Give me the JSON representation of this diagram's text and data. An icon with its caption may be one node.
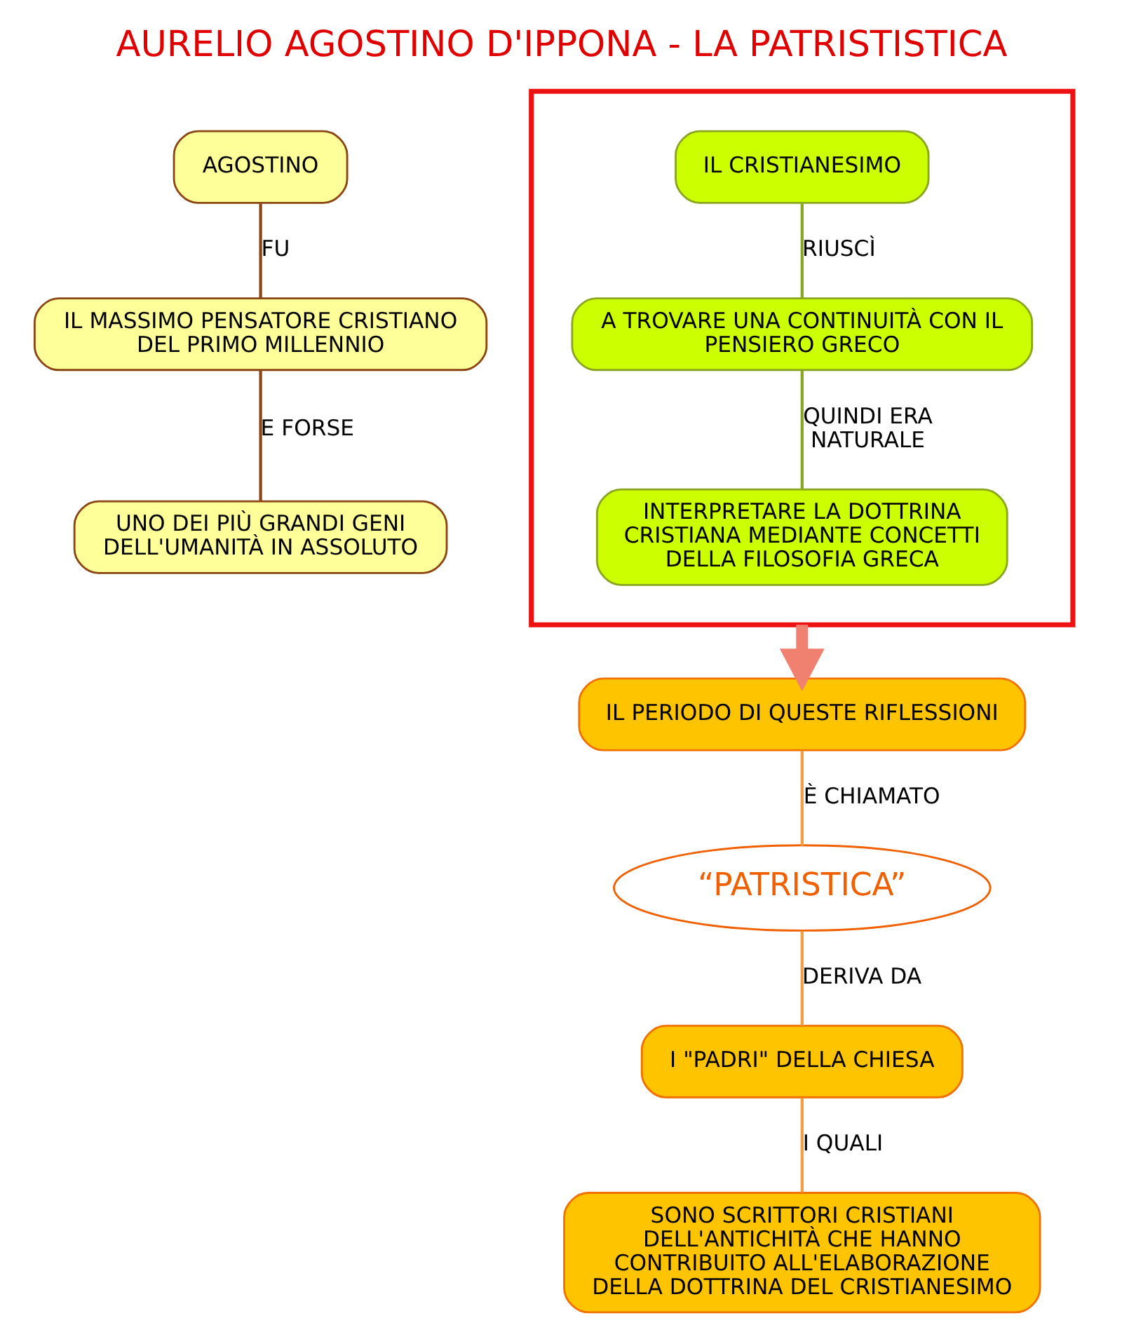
{
  "diagram": {
    "title": "AURELIO AGOSTINO D'IPPONA - LA PATRISTISTICA",
    "nodes": [
      {
        "text": [
          "AGOSTINO"
        ]
      },
      {
        "text": [
          "IL MASSIMO PENSATORE CRISTIANO DEL PRIMO MILLENNIO"
        ]
      },
      {
        "text": [
          "UNO DEI PIÙ GRANDI GENI DELL'UMANITÀ IN ASSOLUTO"
        ]
      },
      {
        "text": [],
        "shape": "box"
      },
      {
        "text": [
          "IL CRISTIANESIMO"
        ],
        "in": 3
      },
      {
        "text": [
          "A TROVARE UNA CONTINUITÀ CON IL PENSIERO GRECO"
        ],
        "in": 3
      },
      {
        "text": [
          "INTERPRETARE LA DOTTRINA CRISTIANA MEDIANTE CONCETTI DELLA FILOSOFIA GRECA"
        ],
        "in": 3
      },
      {
        "text": [
          "IL PERIODO DI QUESTE RIFLESSIONI"
        ]
      },
      {
        "text": [
          "“PATRISTICA”"
        ]
      },
      {
        "text": [
          "I \"PADRI\" DELLA CHIESA"
        ]
      },
      {
        "text": [
          "SONO SCRITTORI CRISTIANI DELL'ANTICHITÀ CHE HANNO CONTRIBUITO ALL'ELABORAZIONE DELLA DOTTRINA DEL CRISTIANESIMO"
        ]
      }
    ],
    "edges": [
      {
        "from": 0,
        "to": 1,
        "arrow": "none",
        "label": "FU",
        "color": "#8b4513"
      },
      {
        "from": 1,
        "to": 2,
        "arrow": "none",
        "label": "E FORSE",
        "color": "#8b4513"
      },
      {
        "from": 4,
        "to": 5,
        "arrow": "none",
        "label": "RIUSCÌ",
        "color": "#8aa61e"
      },
      {
        "from": 5,
        "to": 6,
        "arrow": "none",
        "label": "QUINDI ERA NATURALE",
        "color": "#8aa61e"
      },
      {
        "from": 3,
        "to": 7,
        "arrow": "to",
        "style": "thick",
        "color": "#f08070"
      },
      {
        "from": 7,
        "to": 8,
        "arrow": "none",
        "label": "È CHIAMATO",
        "color": "#f0a040"
      },
      {
        "from": 8,
        "to": 9,
        "arrow": "none",
        "label": "DERIVA DA",
        "color": "#f0a040"
      },
      {
        "from": 9,
        "to": 10,
        "arrow": "none",
        "label": "I QUALI",
        "color": "#f0a040"
      }
    ]
  }
}
